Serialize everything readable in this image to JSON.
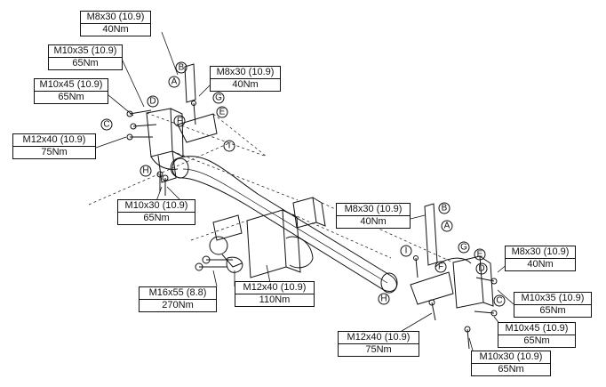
{
  "labels": [
    {
      "spec": "M8x30 (10.9)",
      "torque": "40Nm"
    },
    {
      "spec": "M10x35 (10.9)",
      "torque": "65Nm"
    },
    {
      "spec": "M10x45 (10.9)",
      "torque": "65Nm"
    },
    {
      "spec": "M12x40 (10.9)",
      "torque": "75Nm"
    },
    {
      "spec": "M8x30 (10.9)",
      "torque": "40Nm"
    },
    {
      "spec": "M10x30 (10.9)",
      "torque": "65Nm"
    },
    {
      "spec": "M8x30 (10.9)",
      "torque": "40Nm"
    },
    {
      "spec": "M16x55 (8.8)",
      "torque": "270Nm"
    },
    {
      "spec": "M12x40 (10.9)",
      "torque": "110Nm"
    },
    {
      "spec": "M8x30 (10.9)",
      "torque": "40Nm"
    },
    {
      "spec": "M10x35 (10.9)",
      "torque": "65Nm"
    },
    {
      "spec": "M10x45 (10.9)",
      "torque": "65Nm"
    },
    {
      "spec": "M12x40 (10.9)",
      "torque": "75Nm"
    },
    {
      "spec": "M10x30 (10.9)",
      "torque": "65Nm"
    }
  ],
  "tags_left": [
    "A",
    "B",
    "C",
    "D",
    "E",
    "F",
    "G",
    "H",
    "I"
  ],
  "tags_right": [
    "A",
    "B",
    "C",
    "D",
    "E",
    "F",
    "G",
    "H",
    "I"
  ]
}
